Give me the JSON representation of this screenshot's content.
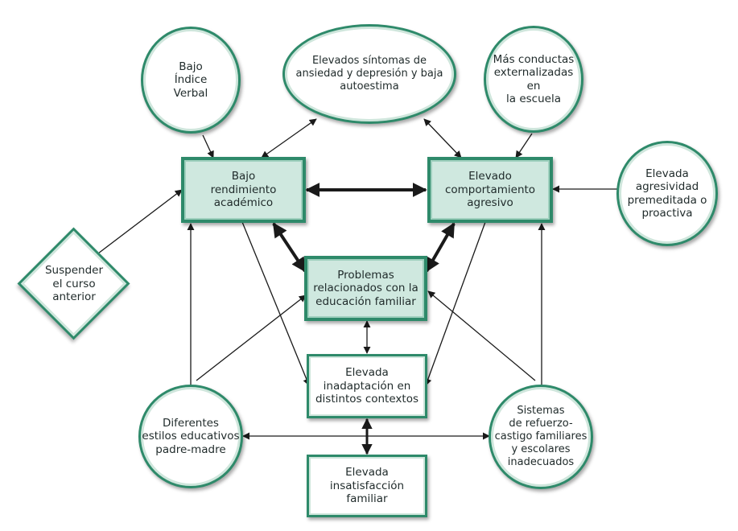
{
  "nodes": {
    "bajo_indice_verbal": "Bajo\nÍndice\nVerbal",
    "sintomas_ansiedad": "Elevados síntomas de\nansiedad y depresión y baja\nautoestima",
    "conductas_externalizadas": "Más conductas\nexternalizadas en\nla escuela",
    "agresividad_premeditada": "Elevada\nagresividad\npremeditada o\nproactiva",
    "bajo_rendimiento": "Bajo\nrendimiento\nacadémico",
    "comportamiento_agresivo": "Elevado\ncomportamiento\nagresivo",
    "suspender_curso": "Suspender\nel curso\nanterior",
    "problemas_educacion": "Problemas\nrelacionados con la\neducación familiar",
    "inadaptacion": "Elevada\ninadaptación en\ndistintos contextos",
    "estilos_educativos": "Diferentes\nestilos educativos\npadre-madre",
    "sistemas_refuerzo": "Sistemas\nde refuerzo-\ncastigo familiares\ny escolares\ninadecuados",
    "insatisfaccion": "Elevada\ninsatisfacción\nfamiliar"
  },
  "colors": {
    "border": "#2e8a6a",
    "box_fill": "#cfe8df",
    "arrow": "#1a1a1a"
  }
}
